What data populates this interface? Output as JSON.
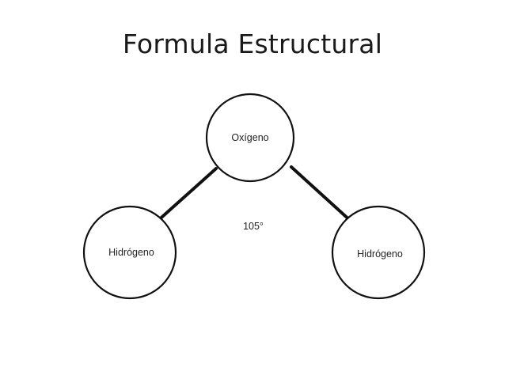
{
  "title": "Formula Estructural",
  "atoms": {
    "oxygen": "Oxígeno",
    "hydrogen_left": "Hidrógeno",
    "hydrogen_right": "Hidrógeno"
  },
  "angle": "105°"
}
